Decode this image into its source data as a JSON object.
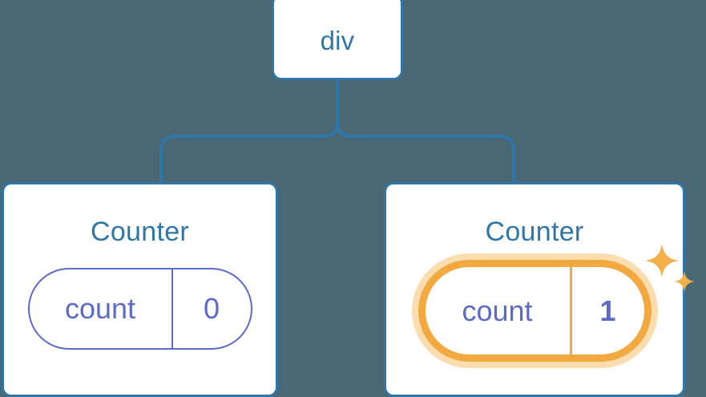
{
  "diagram": {
    "title": "React component tree with state update",
    "background_color": "#4a6873",
    "accent_colors": {
      "node_border": "#2e77a8",
      "node_title": "#2e77a8",
      "state_pill": "#5c6bc8",
      "highlight_ring": "#f2a93f",
      "highlight_glow": "#fbddb0",
      "card_background": "#ffffff"
    }
  },
  "root": {
    "label": "div"
  },
  "children": [
    {
      "label": "Counter",
      "state": {
        "key": "count",
        "value": "0"
      },
      "highlighted": false
    },
    {
      "label": "Counter",
      "state": {
        "key": "count",
        "value": "1"
      },
      "highlighted": true,
      "sparkles": [
        "sparkle-large-icon",
        "sparkle-small-icon"
      ]
    }
  ]
}
